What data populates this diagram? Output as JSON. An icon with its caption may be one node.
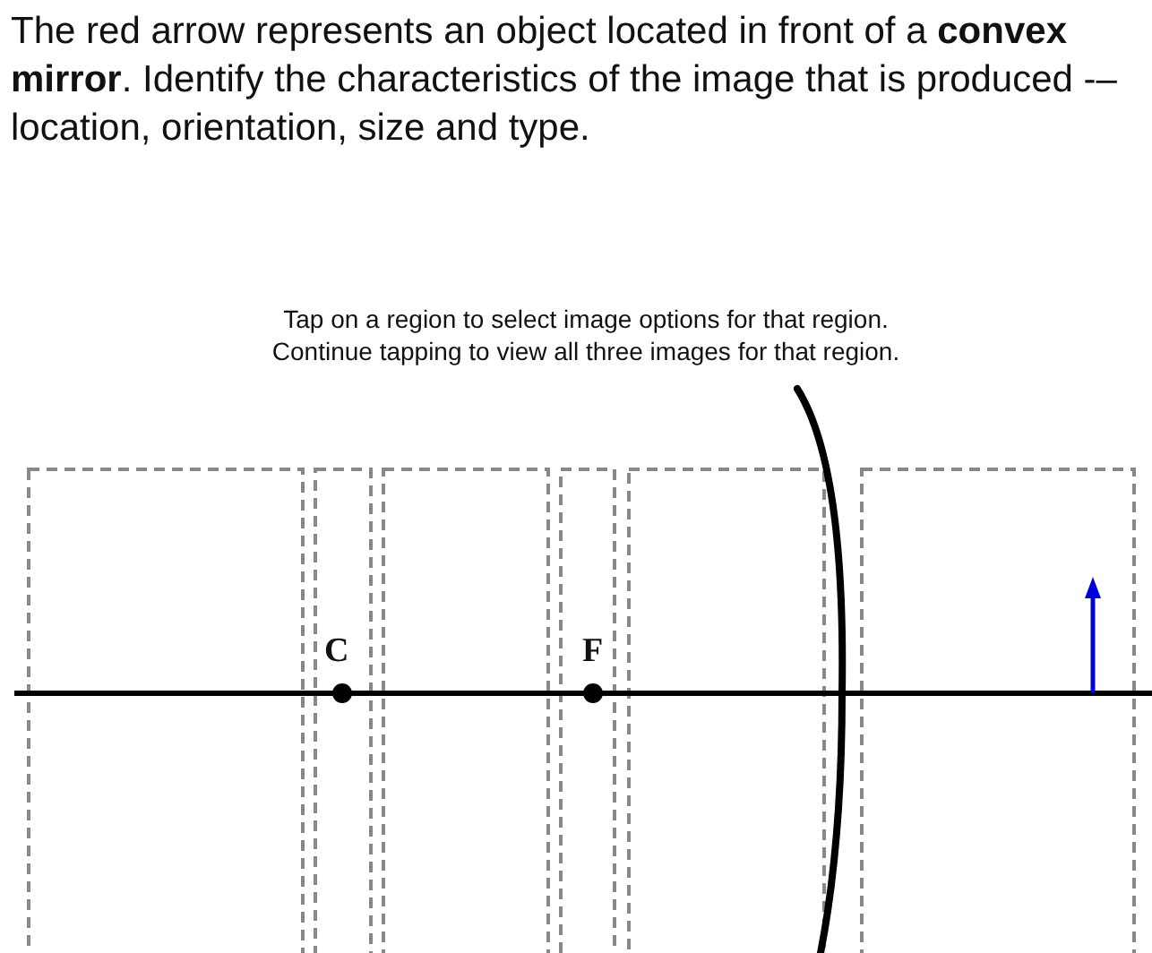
{
  "diagram": {
    "title": "The red arrow represents an object located in front of a **convex mirror**. Identify the characteristics of the image that is produced -– location, orientation, size and type.",
    "nodes": [
      {
        "text": [],
        "shape": "box"
      },
      {
        "text": [],
        "shape": "box"
      },
      {
        "text": [],
        "shape": "box"
      },
      {
        "text": [],
        "shape": "box"
      },
      {
        "text": [],
        "shape": "box"
      },
      {
        "text": [],
        "shape": "box"
      }
    ],
    "labels": [
      "Tap on a region to select image options for that region.",
      "Continue tapping to view all three images for that region.",
      "C",
      "F"
    ]
  }
}
